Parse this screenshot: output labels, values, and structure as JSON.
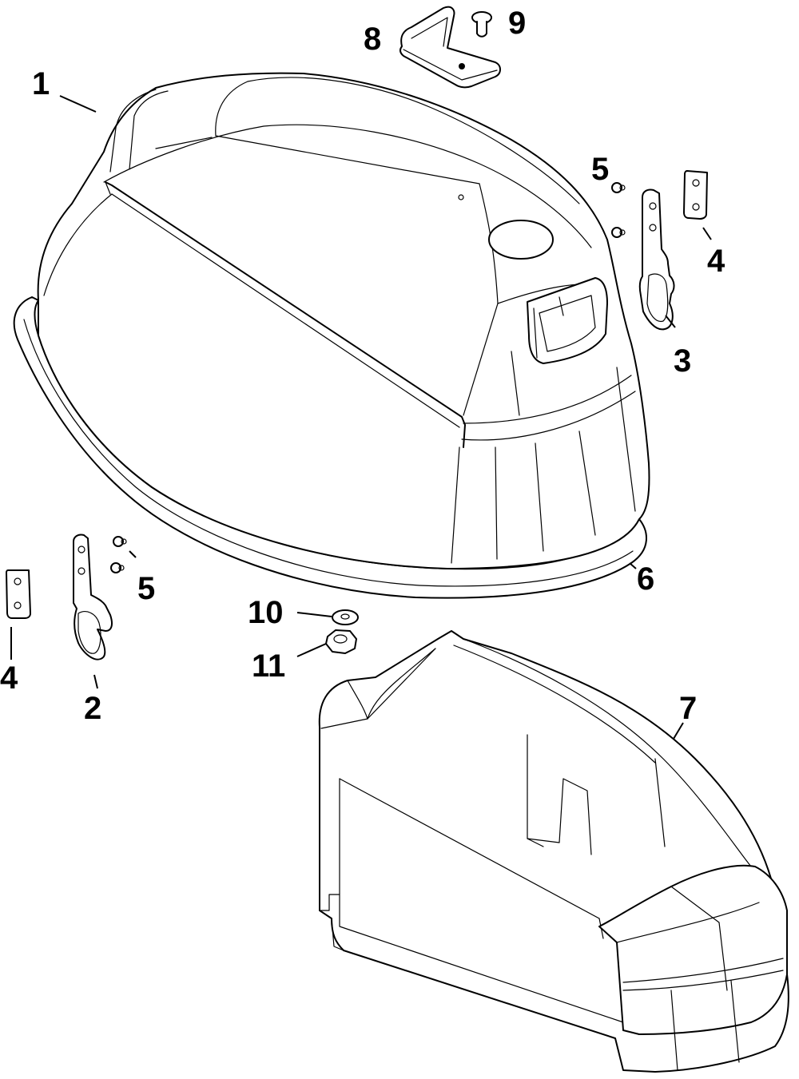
{
  "diagram": {
    "colors": {
      "line": "#000000",
      "background": "#ffffff"
    },
    "parts": [
      {
        "id": "p1",
        "label": "1"
      },
      {
        "id": "p2",
        "label": "2"
      },
      {
        "id": "p3",
        "label": "3"
      },
      {
        "id": "p4a",
        "label": "4"
      },
      {
        "id": "p4b",
        "label": "4"
      },
      {
        "id": "p5a",
        "label": "5"
      },
      {
        "id": "p5b",
        "label": "5"
      },
      {
        "id": "p6",
        "label": "6"
      },
      {
        "id": "p7",
        "label": "7"
      },
      {
        "id": "p8",
        "label": "8"
      },
      {
        "id": "p9",
        "label": "9"
      },
      {
        "id": "p10",
        "label": "10"
      },
      {
        "id": "p11",
        "label": "11"
      }
    ]
  }
}
